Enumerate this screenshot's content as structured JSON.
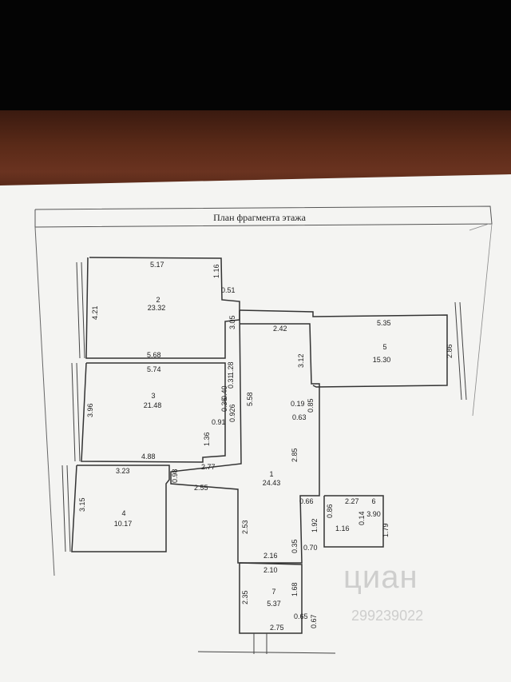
{
  "title": "План фрагмента этажа",
  "rooms": [
    {
      "number": "2",
      "area": "23.32"
    },
    {
      "number": "3",
      "area": "21.48"
    },
    {
      "number": "4",
      "area": "10.17"
    },
    {
      "number": "5",
      "area": "15.30"
    },
    {
      "number": "1",
      "area": "24.43"
    },
    {
      "number": "6",
      "area": "3.90"
    },
    {
      "number": "7",
      "area": "5.37"
    }
  ],
  "dimensions": [
    "5.17",
    "1.16",
    "4.21",
    "0.51",
    "3.05",
    "5.68",
    "5.74",
    "1.28",
    "0.40",
    "0.31",
    "0.36",
    "3.96",
    "0.926",
    "0.91",
    "1.36",
    "4.88",
    "5.58",
    "2.77",
    "3.23",
    "0.98",
    "2.55",
    "3.15",
    "2.53",
    "2.42",
    "5.35",
    "2.86",
    "3.12",
    "0.19",
    "0.63",
    "0.85",
    "2.85",
    "0.66",
    "2.27",
    "0.86",
    "1.92",
    "0.14",
    "1.16",
    "1.79",
    "0.35",
    "0.70",
    "2.16",
    "2.10",
    "2.35",
    "1.68",
    "0.65",
    "0.67",
    "2.75"
  ],
  "watermark": {
    "brand": "циан",
    "id": "299239022"
  },
  "colors": {
    "paper": "#f4f4f2",
    "line": "#333333",
    "wood": "#5a2a18"
  }
}
